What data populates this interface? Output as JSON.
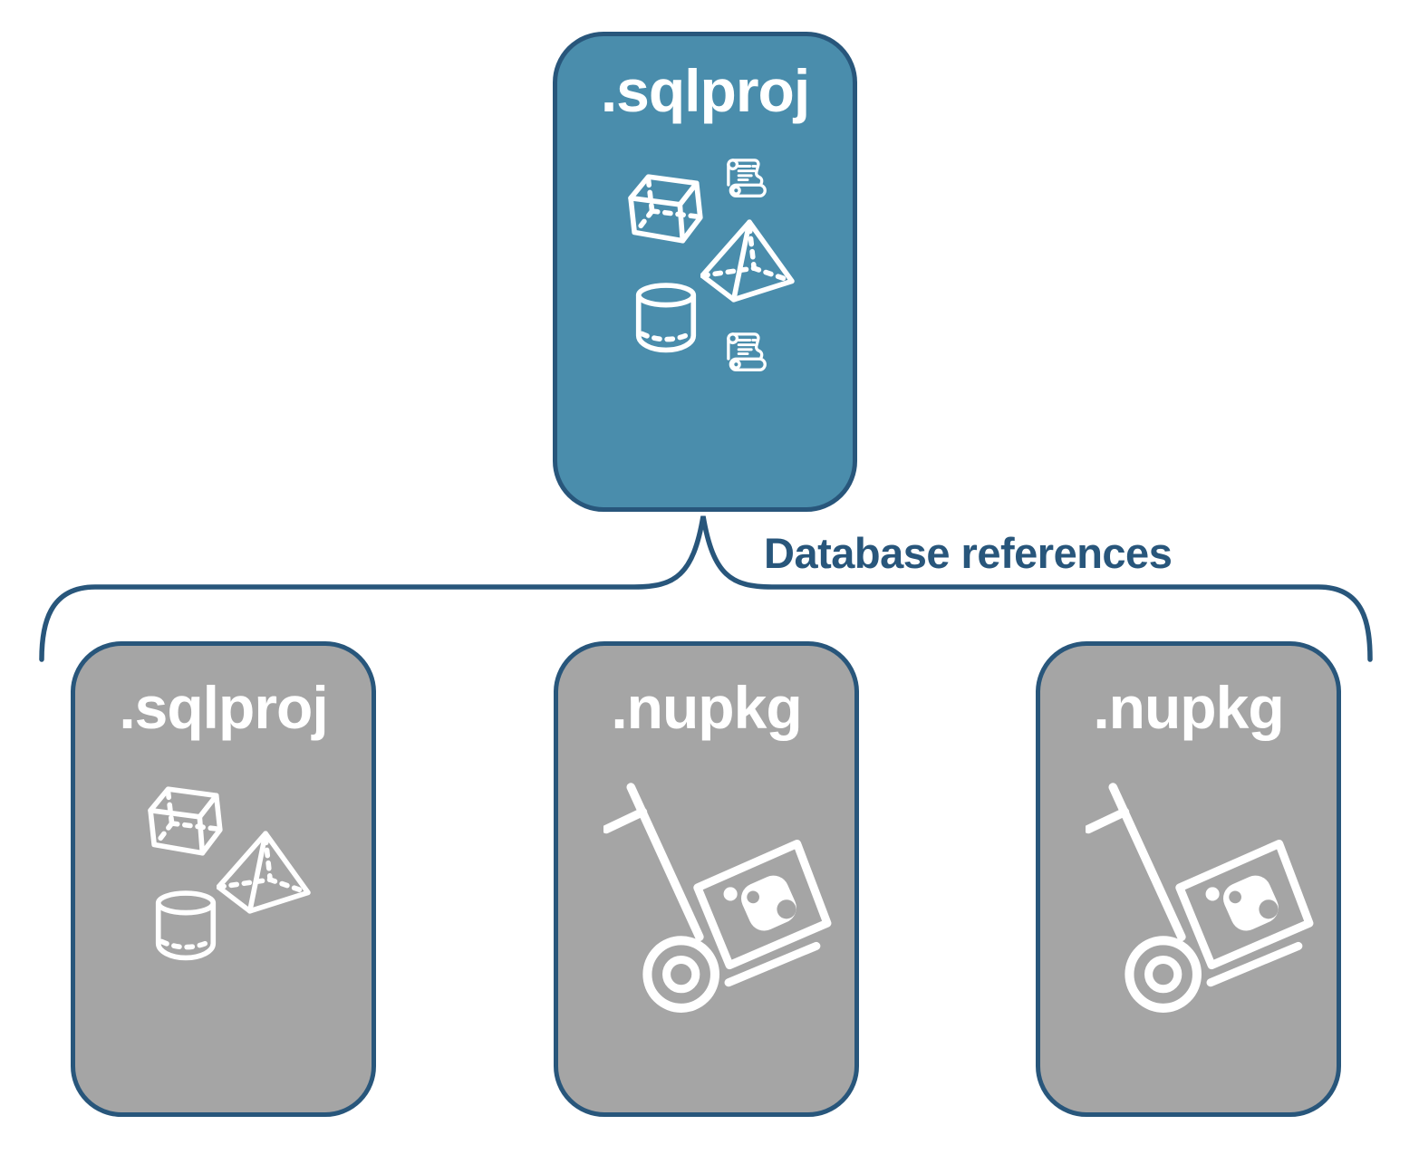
{
  "diagram": {
    "root_card": {
      "label": ".sqlproj"
    },
    "connector": {
      "label": "Database references"
    },
    "child_cards": [
      {
        "label": ".sqlproj"
      },
      {
        "label": ".nupkg"
      },
      {
        "label": ".nupkg"
      }
    ],
    "icons": {
      "root": [
        "cube-icon",
        "scroll-icon",
        "pyramid-icon",
        "cylinder-icon",
        "scroll-icon"
      ],
      "child_sqlproj": [
        "cube-icon",
        "pyramid-icon",
        "cylinder-icon"
      ],
      "child_nupkg": [
        "hand-truck-package-icon"
      ]
    },
    "colors": {
      "root_fill": "#4a8dac",
      "child_fill": "#a5a5a5",
      "outline": "#28567b",
      "icon": "#ffffff",
      "background": "#ffffff"
    }
  }
}
